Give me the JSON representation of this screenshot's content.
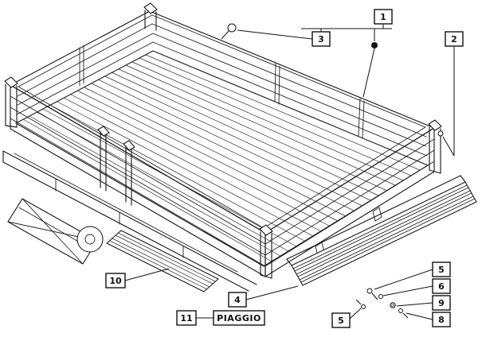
{
  "figure": {
    "brand": "PIAGGIO",
    "callouts": {
      "n1": "1",
      "n2": "2",
      "n3": "3",
      "n4": "4",
      "n5_top": "5",
      "n5_bottom": "5",
      "n6": "6",
      "n8": "8",
      "n9": "9",
      "n10": "10",
      "n11": "11"
    },
    "colors": {
      "ink": "#1c1c1c",
      "background": "#ffffff"
    }
  }
}
